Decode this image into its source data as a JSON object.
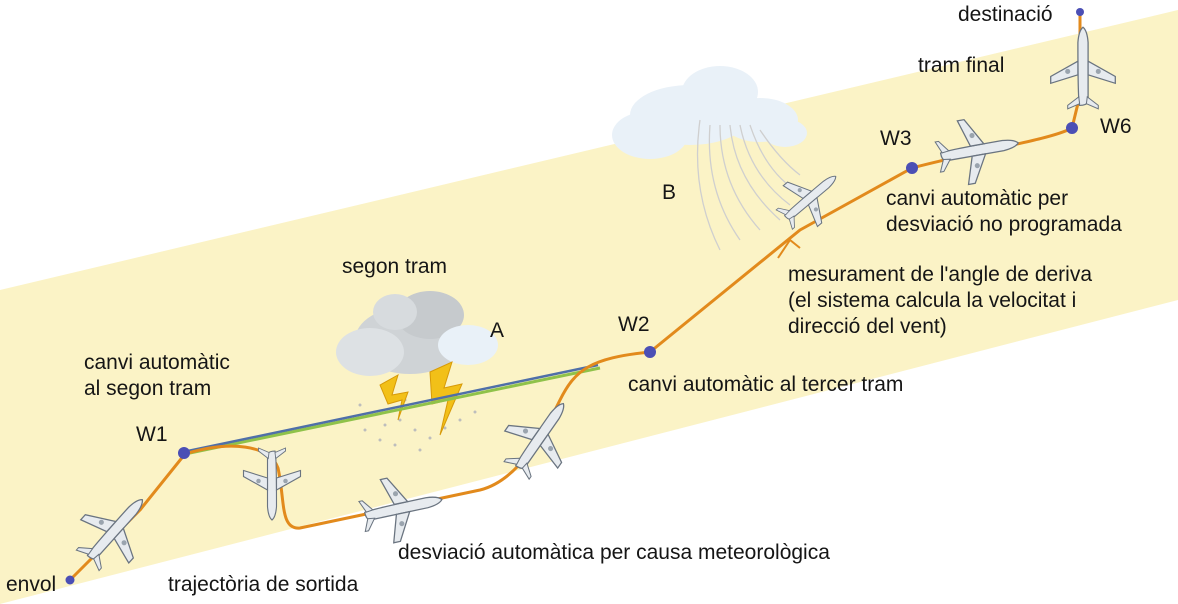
{
  "colors": {
    "band": "#fbf3c6",
    "route": "#e28a1c",
    "planned_line_blue": "#4f6fa8",
    "planned_line_green": "#8fc24a",
    "waypoint": "#4b4fb5",
    "plane": "#e7ebef",
    "plane_outline": "#6a7480",
    "cloud": "#e9f1f8",
    "storm_cloud": "#cfd3d6",
    "lightning": "#f2c018",
    "rain": "#c9c9c9"
  },
  "waypoints": [
    "W1",
    "W2",
    "W3",
    "W6"
  ],
  "labels": {
    "destinacio": "destinació",
    "tram_final": "tram final",
    "w6": "W6",
    "w3": "W3",
    "canvi_no_programada": [
      "canvi automàtic per",
      "desviació no programada"
    ],
    "b": "B",
    "mesurament": [
      "mesurament de l'angle de deriva",
      "(el sistema calcula la velocitat i",
      "direcció del vent)"
    ],
    "segon_tram": "segon tram",
    "a": "A",
    "w2": "W2",
    "canvi_tercer": "canvi automàtic al tercer tram",
    "canvi_segon": [
      "canvi automàtic",
      "al segon tram"
    ],
    "w1": "W1",
    "desviacio_meteo": "desviació automàtica per causa meteorològica",
    "envol": "envol",
    "trajectoria_sortida": "trajectòria de sortida"
  },
  "icons": [
    "airplane-icon",
    "cloud-icon",
    "storm-cloud-icon",
    "lightning-icon",
    "wind-streaks-icon"
  ]
}
